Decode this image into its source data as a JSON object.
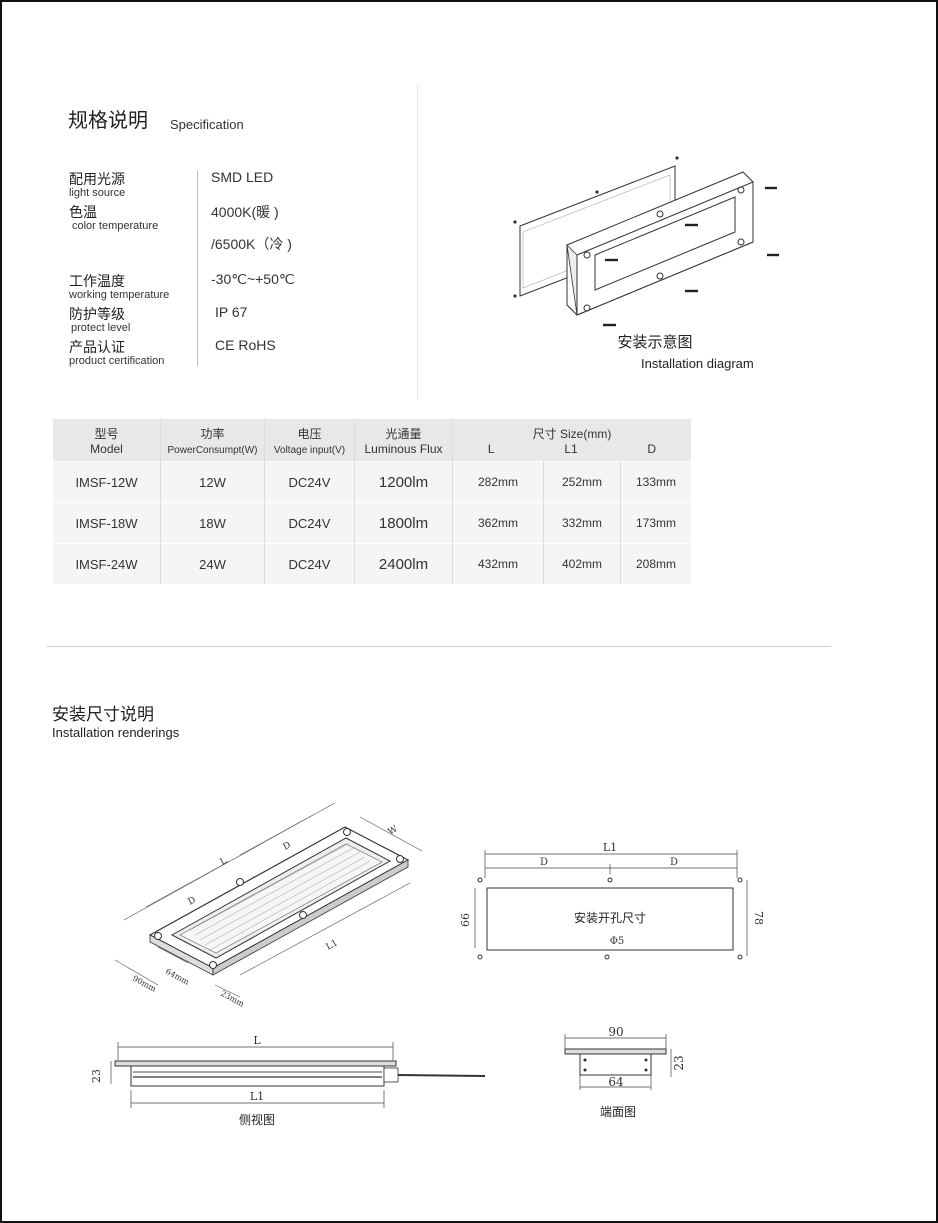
{
  "spec": {
    "title_cn": "规格说明",
    "title_en": "Specification",
    "rows": [
      {
        "cn": "配用光源",
        "en": "light source",
        "value": "SMD LED"
      },
      {
        "cn": "色温",
        "en": "color temperature",
        "value": "4000K(暖 )",
        "value2": "/6500K（冷 )"
      },
      {
        "cn": "工作温度",
        "en": "working temperature",
        "value": "-30℃~+50℃"
      },
      {
        "cn": "防护等级",
        "en": "protect level",
        "value": "IP 67"
      },
      {
        "cn": "产品认证",
        "en": "product certification",
        "value": "CE RoHS"
      }
    ]
  },
  "install_diagram": {
    "caption_cn": "安装示意图",
    "caption_en": "Installation diagram"
  },
  "table": {
    "headers": [
      {
        "cn": "型号",
        "en": "Model"
      },
      {
        "cn": "功率",
        "en": "PowerConsumpt(W)"
      },
      {
        "cn": "电压",
        "en": "Voltage input(V)"
      },
      {
        "cn": "光通量",
        "en": "Luminous Flux"
      }
    ],
    "size_header": "尺寸 Size(mm)",
    "size_cols": [
      "L",
      "L1",
      "D"
    ],
    "rows": [
      {
        "model": "IMSF-12W",
        "power": "12W",
        "voltage": "DC24V",
        "flux": "1200lm",
        "L": "282mm",
        "L1": "252mm",
        "D": "133mm"
      },
      {
        "model": "IMSF-18W",
        "power": "18W",
        "voltage": "DC24V",
        "flux": "1800lm",
        "L": "362mm",
        "L1": "332mm",
        "D": "173mm"
      },
      {
        "model": "IMSF-24W",
        "power": "24W",
        "voltage": "DC24V",
        "flux": "2400lm",
        "L": "432mm",
        "L1": "402mm",
        "D": "208mm"
      }
    ]
  },
  "installation": {
    "title_cn": "安装尺寸说明",
    "title_en": "Installation renderings"
  },
  "drawing_iso": {
    "W": "W",
    "L": "L",
    "D": "D",
    "L1": "L1",
    "d90": "90mm",
    "d64": "64mm",
    "d23": "23mm"
  },
  "drawing_cutout": {
    "L1": "L1",
    "D": "D",
    "h66": "66",
    "h78": "78",
    "label": "安装开孔尺寸",
    "hole": "Φ5"
  },
  "drawing_side": {
    "L": "L",
    "L1": "L1",
    "h23": "23",
    "caption": "侧视图"
  },
  "drawing_end": {
    "w90": "90",
    "w64": "64",
    "h23": "23",
    "caption": "端面图"
  }
}
